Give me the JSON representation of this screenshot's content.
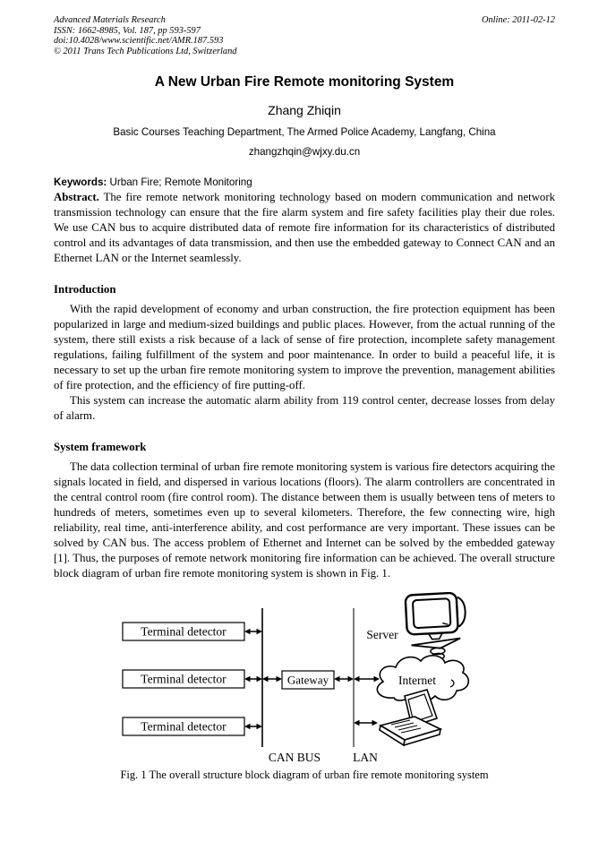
{
  "page": {
    "header": {
      "journal": "Advanced Materials Research",
      "issn_line": "ISSN: 1662-8985, Vol. 187, pp 593-597",
      "doi_line": "doi:10.4028/www.scientific.net/AMR.187.593",
      "copyright_line": "© 2011 Trans Tech Publications Ltd, Switzerland",
      "online_date": "Online: 2011-02-12"
    },
    "title": "A New Urban Fire Remote monitoring System",
    "author": "Zhang Zhiqin",
    "affiliation": "Basic Courses Teaching Department, The Armed Police Academy, Langfang, China",
    "email": "zhangzhqin@wjxy.du.cn",
    "keywords": {
      "label": "Keywords:",
      "text": "Urban Fire; Remote Monitoring"
    },
    "abstract": {
      "label": "Abstract.",
      "text": "The fire remote network monitoring technology based on modern communication and network transmission technology can ensure that the fire alarm system and fire safety facilities play their due roles. We use CAN bus to acquire distributed data of remote fire information for its characteristics of distributed control and its advantages of data transmission, and then use the embedded gateway to Connect CAN and an Ethernet LAN or the Internet seamlessly."
    },
    "sections": [
      {
        "heading": "Introduction",
        "paragraphs": [
          "With the rapid development of economy and urban construction, the fire protection equipment has been popularized in large and medium-sized buildings and public places. However, from the actual running of the system, there still exists a risk because of a lack of sense of fire protection, incomplete safety management regulations, failing fulfillment of the system and poor maintenance. In order to build a peaceful life, it is necessary to set up the urban fire remote monitoring system to improve the prevention, management abilities of fire protection, and the efficiency of fire putting-off.",
          "This system can increase the automatic alarm ability from 119 control center, decrease losses from delay of alarm."
        ]
      },
      {
        "heading": "System framework",
        "paragraphs": [
          "The data collection terminal of urban fire remote monitoring system is various fire detectors acquiring the signals located in field, and dispersed in various locations (floors). The alarm controllers are concentrated in the central control room (fire control room). The distance between them is usually between tens of meters to hundreds of meters, sometimes even up to several kilometers. Therefore, the few connecting wire, high reliability, real time, anti-interference ability, and cost performance are very important. These issues can be solved by CAN bus. The access problem of Ethernet and Internet can be solved by the embedded gateway [1]. Thus, the purposes of remote network monitoring fire information can be achieved. The overall structure block diagram of urban fire remote monitoring system is shown in Fig. 1."
        ]
      }
    ],
    "figure": {
      "terminal_label": "Terminal detector",
      "gateway_label": "Gateway",
      "server_label": "Server",
      "internet_label": "Internet",
      "can_bus_label": "CAN BUS",
      "lan_label": "LAN",
      "caption": "Fig. 1 The overall structure block diagram of urban fire remote monitoring system",
      "can_line_color": "#000000",
      "lan_line_color": "#7d7d7d"
    }
  }
}
